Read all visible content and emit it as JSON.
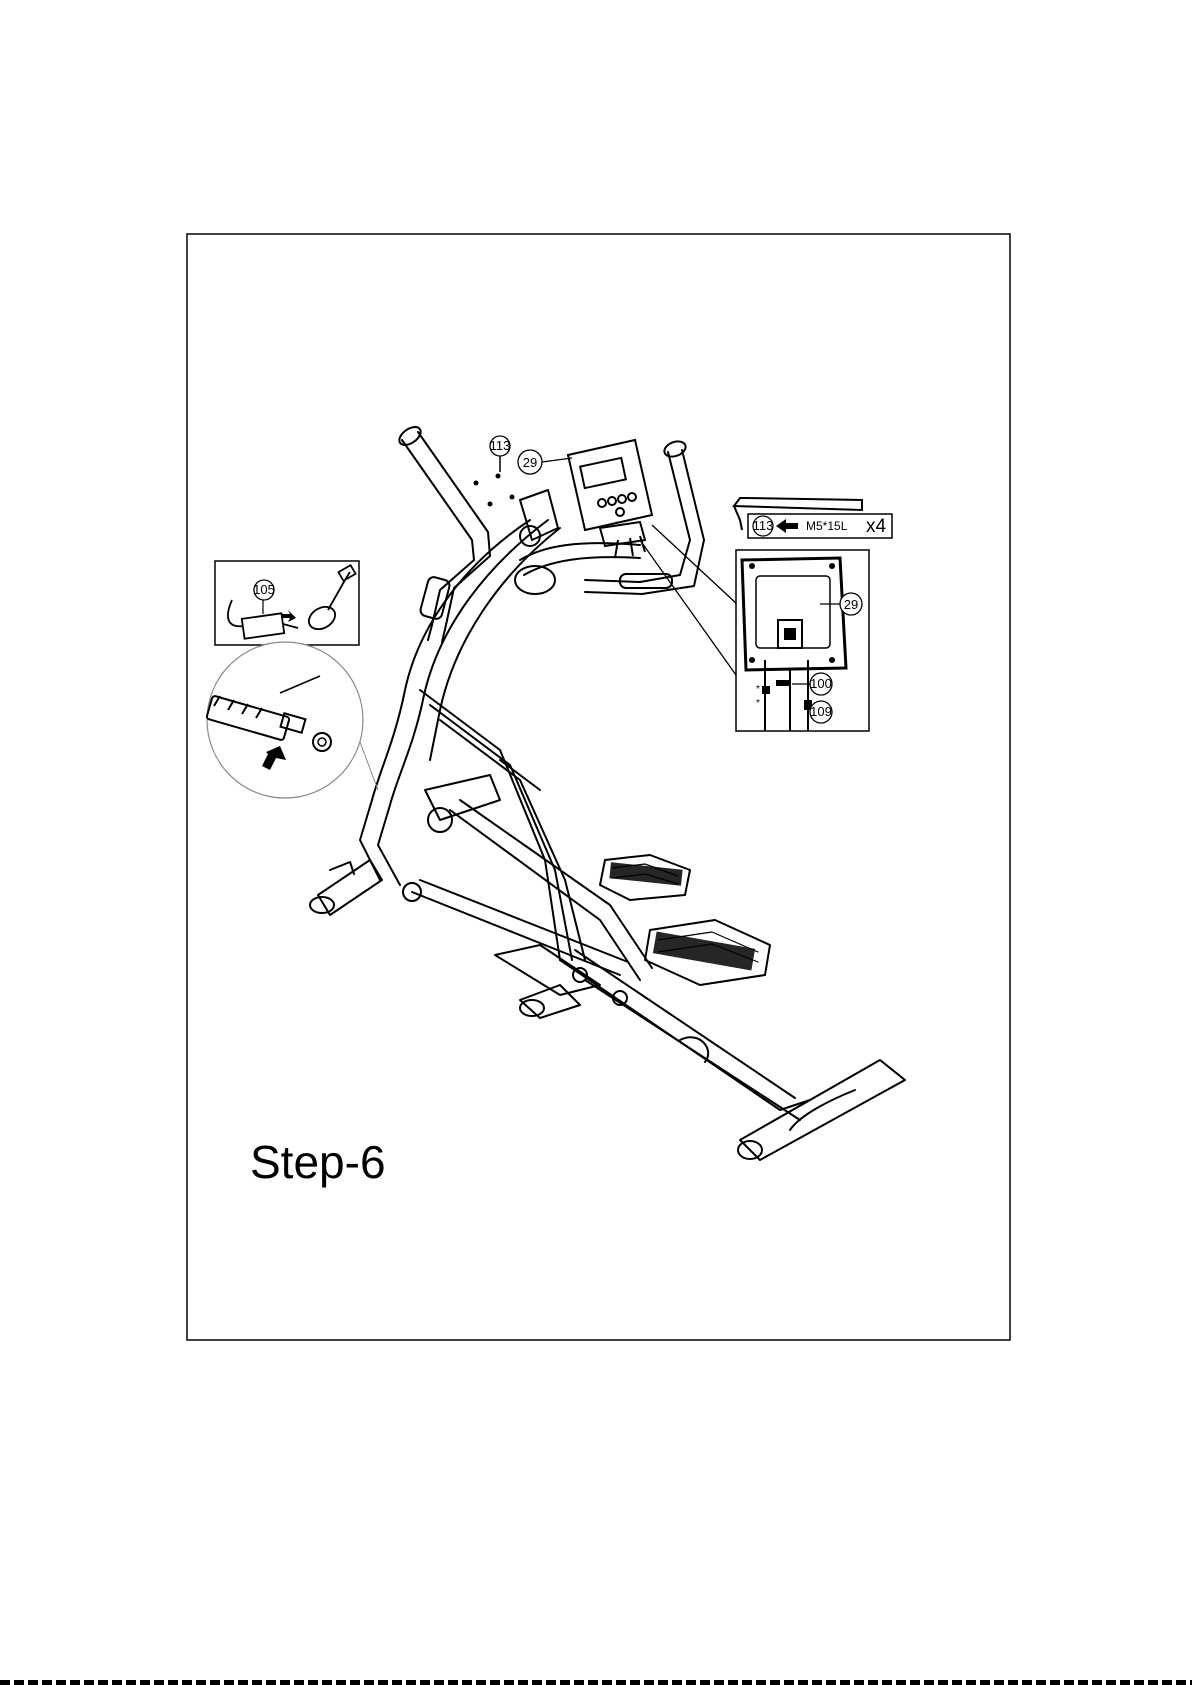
{
  "step": {
    "title": "Step-6"
  },
  "callouts": {
    "part_113_top": "113",
    "part_29_console": "29",
    "part_105_adapter": "105",
    "part_29_detail": "29",
    "part_100": "100",
    "part_109": "109"
  },
  "hardware_box": {
    "part_number": "113",
    "bolt_spec": "M5*15L",
    "quantity": "x4"
  },
  "icons": [
    "allen-key-icon",
    "arrow-icon",
    "power-adapter-icon",
    "plug-icon",
    "bolt-icon"
  ],
  "colors": {
    "ink": "#000000",
    "paper": "#ffffff",
    "detail_circle": "#888888"
  }
}
